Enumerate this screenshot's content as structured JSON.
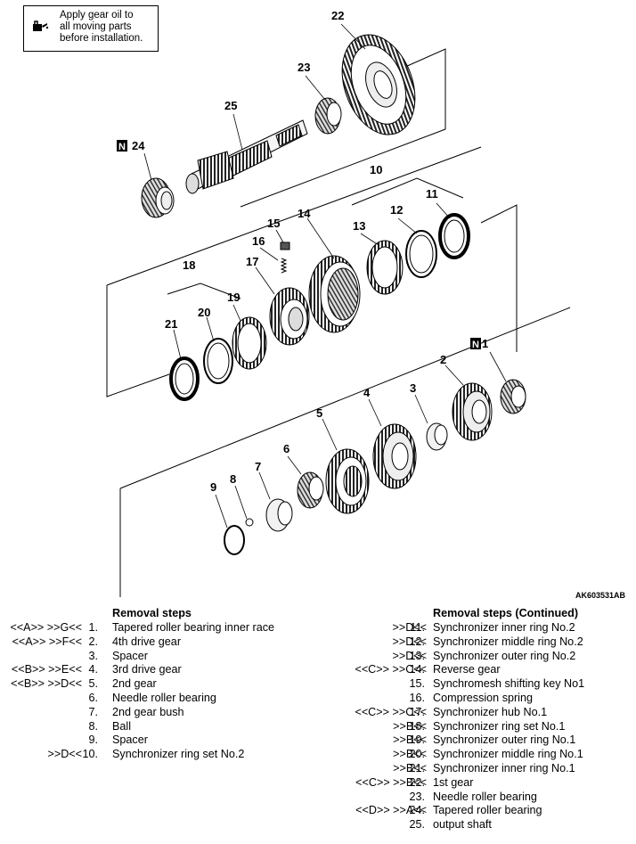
{
  "note": {
    "lines": [
      "Apply gear oil to",
      "all moving parts",
      "before installation."
    ]
  },
  "figure_id": "AK603531AB",
  "callouts": {
    "n1": "1",
    "n2": "2",
    "n3": "3",
    "n4": "4",
    "n5": "5",
    "n6": "6",
    "n7": "7",
    "n8": "8",
    "n9": "9",
    "n10": "10",
    "n11": "11",
    "n12": "12",
    "n13": "13",
    "n14": "14",
    "n15": "15",
    "n16": "16",
    "n17": "17",
    "n18": "18",
    "n19": "19",
    "n20": "20",
    "n21": "21",
    "n22": "22",
    "n23": "23",
    "n24": "24",
    "n25": "25",
    "new_mark": "N"
  },
  "left_table": {
    "title": "Removal steps",
    "rows": [
      {
        "codes": "<<A>> >>G<<",
        "num": "1.",
        "name": "Tapered roller bearing inner race"
      },
      {
        "codes": "<<A>> >>F<<",
        "num": "2.",
        "name": "4th drive gear"
      },
      {
        "codes": "",
        "num": "3.",
        "name": "Spacer"
      },
      {
        "codes": "<<B>> >>E<<",
        "num": "4.",
        "name": "3rd drive gear"
      },
      {
        "codes": "<<B>> >>D<<",
        "num": "5.",
        "name": "2nd gear"
      },
      {
        "codes": "",
        "num": "6.",
        "name": "Needle roller bearing"
      },
      {
        "codes": "",
        "num": "7.",
        "name": "2nd gear bush"
      },
      {
        "codes": "",
        "num": "8.",
        "name": "Ball"
      },
      {
        "codes": "",
        "num": "9.",
        "name": "Spacer"
      },
      {
        "codes": ">>D<<",
        "num": "10.",
        "name": "Synchronizer ring set No.2"
      }
    ]
  },
  "right_table": {
    "title": "Removal steps (Continued)",
    "rows": [
      {
        "codes": ">>D<<",
        "num": "11.",
        "name": "Synchronizer inner ring No.2"
      },
      {
        "codes": ">>D<<",
        "num": "12.",
        "name": "Synchronizer middle ring No.2"
      },
      {
        "codes": ">>D<<",
        "num": "13.",
        "name": "Synchronizer outer ring No.2"
      },
      {
        "codes": "<<C>> >>C<<",
        "num": "14.",
        "name": "Reverse gear"
      },
      {
        "codes": "",
        "num": "15.",
        "name": "Synchromesh shifting key No1"
      },
      {
        "codes": "",
        "num": "16.",
        "name": "Compression spring"
      },
      {
        "codes": "<<C>> >>C<<",
        "num": "17.",
        "name": "Synchronizer hub No.1"
      },
      {
        "codes": ">>B<<",
        "num": "18.",
        "name": "Synchronizer ring set No.1"
      },
      {
        "codes": ">>B<<",
        "num": "19.",
        "name": "Synchronizer outer ring No.1"
      },
      {
        "codes": ">>B<<",
        "num": "20.",
        "name": "Synchronizer middle ring No.1"
      },
      {
        "codes": ">>B<<",
        "num": "21.",
        "name": "Synchronizer inner ring No.1"
      },
      {
        "codes": "<<C>> >>B<<",
        "num": "22.",
        "name": "1st gear"
      },
      {
        "codes": "",
        "num": "23.",
        "name": "Needle roller bearing"
      },
      {
        "codes": "<<D>> >>A<<",
        "num": "24.",
        "name": "Tapered roller bearing"
      },
      {
        "codes": "",
        "num": "25.",
        "name": "output shaft"
      }
    ]
  }
}
